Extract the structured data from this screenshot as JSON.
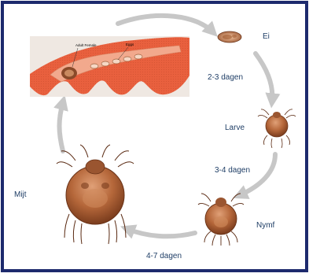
{
  "diagram": {
    "inset_labels": {
      "adult_female": "Adult Female",
      "eggs": "Eggs"
    },
    "stages": {
      "egg": "Ei",
      "larva": "Larve",
      "nymph": "Nymf",
      "mite": "Mijt"
    },
    "durations": {
      "egg_to_larva": "2-3 dagen",
      "larva_to_nymph": "3-4 dagen",
      "nymph_to_mite": "4-7 dagen"
    },
    "colors": {
      "frame": "#1d2a6d",
      "arrow": "#c7c7c7",
      "skin": "#e9603e",
      "skin_light": "#f2a98d",
      "mite_body": "#b5673a",
      "mite_dark": "#7a3c1d",
      "label_text": "#1f3e66"
    }
  }
}
